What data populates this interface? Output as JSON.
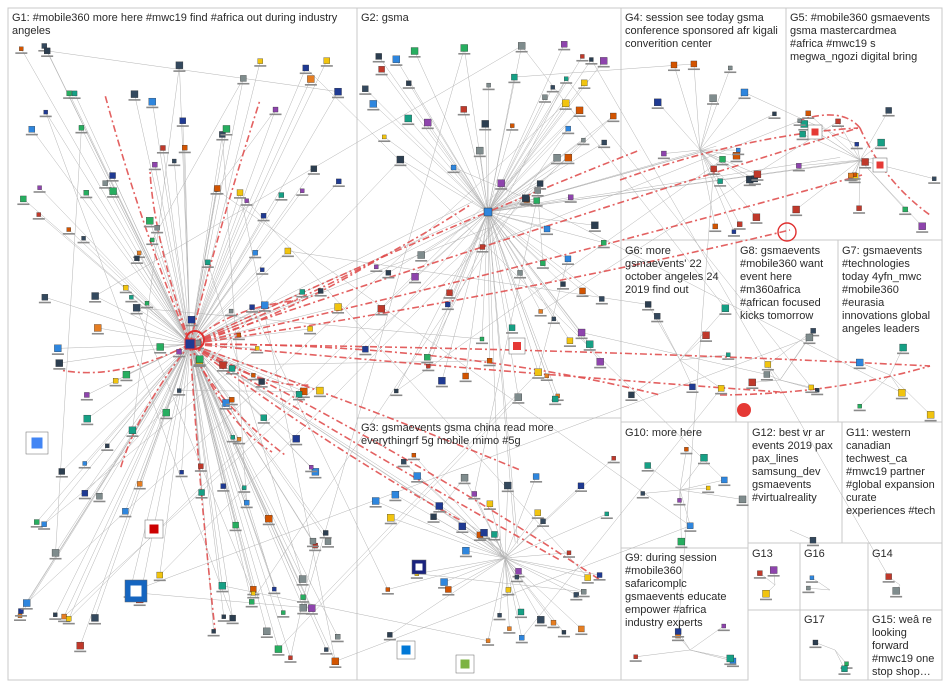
{
  "groups": [
    {
      "id": "G1",
      "lines": [
        "G1: #mobile360 more here #mwc19 find #africa out during industry",
        "angeles"
      ]
    },
    {
      "id": "G2",
      "lines": [
        "G2: gsma"
      ]
    },
    {
      "id": "G3",
      "lines": [
        "G3: gsmaevents gsma china read more",
        "everythingrf 5g mobile mimo #5g"
      ]
    },
    {
      "id": "G4",
      "lines": [
        "G4: session see today gsma",
        "conference sponsored afr kigali",
        "converition center"
      ]
    },
    {
      "id": "G5",
      "lines": [
        "G5: #mobile360 gsmaevents",
        "gsma mastercardmea",
        "#africa #mwc19 s",
        "megwa_ngozi digital bring"
      ]
    },
    {
      "id": "G6",
      "lines": [
        "G6: more",
        "gsmaevents' 22",
        "october angeles 24",
        "2019 find out"
      ]
    },
    {
      "id": "G7",
      "lines": [
        "G7: gsmaevents",
        "#technologies",
        "today 4yfn_mwc",
        "#mobile360",
        "#eurasia",
        "innovations global",
        "angeles leaders"
      ]
    },
    {
      "id": "G8",
      "lines": [
        "G8: gsmaevents",
        "#mobile360 want",
        "event here",
        "#m360africa",
        "#african focused",
        "kicks tomorrow"
      ]
    },
    {
      "id": "G9",
      "lines": [
        "G9: during session",
        "#mobile360",
        "safaricomplc",
        "gsmaevents educate",
        "empower #africa",
        "industry experts"
      ]
    },
    {
      "id": "G10",
      "lines": [
        "G10: more here"
      ]
    },
    {
      "id": "G11",
      "lines": [
        "G11: western",
        "canadian",
        "techwest_ca",
        "#mwc19 partner",
        "#global expansion",
        "curate",
        "experiences #tech"
      ]
    },
    {
      "id": "G12",
      "lines": [
        "G12: best vr ar",
        "events 2019 pax",
        "pax_lines",
        "samsung_dev",
        "gsmaevents",
        "#virtualreality"
      ]
    },
    {
      "id": "G13",
      "lines": [
        "G13"
      ]
    },
    {
      "id": "G14",
      "lines": [
        "G14"
      ]
    },
    {
      "id": "G15",
      "lines": [
        "G15: weâ re",
        "looking",
        "forward",
        "#mwc19 one",
        "stop shop…"
      ]
    },
    {
      "id": "G16",
      "lines": [
        "G16"
      ]
    },
    {
      "id": "G17",
      "lines": [
        "G17"
      ]
    }
  ],
  "colors": {
    "panel_border": "#c8c8c8",
    "edge": "#b4b4b4",
    "highlight_edge": "#e05050",
    "hub": "#e03030"
  }
}
